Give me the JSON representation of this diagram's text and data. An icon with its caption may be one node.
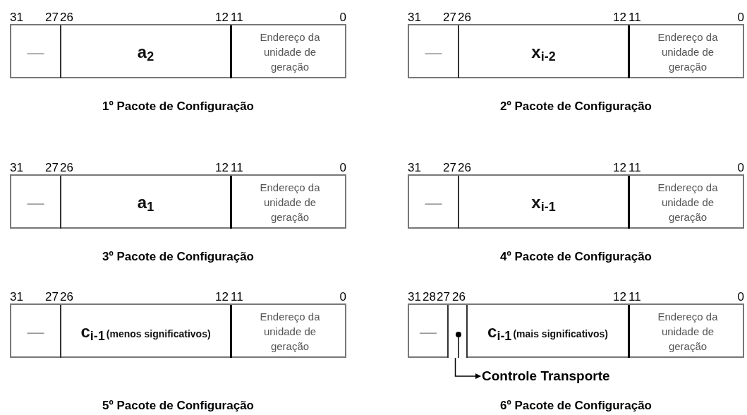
{
  "diagram": {
    "nodes": [
      {
        "text": [],
        "shape": "box"
      },
      {
        "text": [
          "—"
        ],
        "in": 0
      },
      {
        "text": [
          "a$_{2}$"
        ],
        "in": 0
      },
      {
        "text": [
          "Endereço da unidade de geração"
        ],
        "in": 0
      },
      {
        "text": [],
        "shape": "box"
      },
      {
        "text": [
          "—"
        ],
        "in": 4
      },
      {
        "text": [
          "x$_{i-2}$"
        ],
        "in": 4
      },
      {
        "text": [
          "Endereço da unidade de geração"
        ],
        "in": 4
      },
      {
        "text": [],
        "shape": "box"
      },
      {
        "text": [
          "—"
        ],
        "in": 8
      },
      {
        "text": [
          "a$_{1}$"
        ],
        "in": 8
      },
      {
        "text": [
          "Endereço da unidade de geração"
        ],
        "in": 8
      },
      {
        "text": [],
        "shape": "box"
      },
      {
        "text": [
          "—"
        ],
        "in": 12
      },
      {
        "text": [
          "x$_{i-1}$"
        ],
        "in": 12
      },
      {
        "text": [
          "Endereço da unidade de geração"
        ],
        "in": 12
      },
      {
        "text": [],
        "shape": "box"
      },
      {
        "text": [
          "—"
        ],
        "in": 16
      },
      {
        "text": [
          "c$_{i-1}$",
          "(menos significativos)"
        ],
        "in": 16
      },
      {
        "text": [
          "Endereço da unidade de geração"
        ],
        "in": 16
      },
      {
        "text": [],
        "shape": "box"
      },
      {
        "text": [
          "—"
        ],
        "in": 20
      },
      {
        "text": [],
        "shape": "box",
        "in": 20
      },
      {
        "text": [
          "c$_{i-1}$",
          "(mais significativos)"
        ],
        "in": 20
      },
      {
        "text": [
          "Endereço da unidade de geração"
        ],
        "in": 20
      },
      {
        "text": [
          "Controle Transporte"
        ]
      }
    ],
    "edges": [
      {
        "from": 22,
        "to": 25,
        "arrow": "to"
      }
    ],
    "labels": [
      "31",
      "27",
      "26",
      "12",
      "11",
      "0",
      "31",
      "27",
      "26",
      "12",
      "11",
      "0",
      "1º Pacote de Configuração",
      "2º Pacote de Configuração",
      "31",
      "27",
      "26",
      "12",
      "11",
      "0",
      "31",
      "27",
      "26",
      "12",
      "11",
      "0",
      "3º Pacote de Configuração",
      "4º Pacote de Configuração",
      "31",
      "27",
      "26",
      "12",
      "11",
      "0",
      "31",
      "28",
      "27",
      "26",
      "12",
      "11",
      "0",
      "5º Pacote de Configuração",
      "6º Pacote de Configuração"
    ]
  }
}
